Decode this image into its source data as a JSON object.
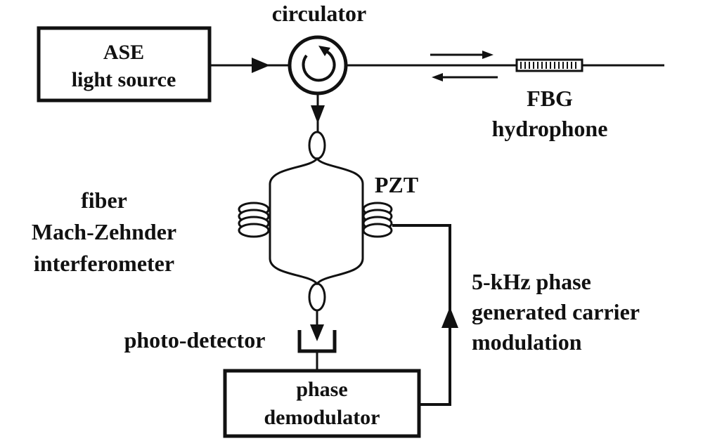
{
  "labels": {
    "circulator": "circulator",
    "ase_line1": "ASE",
    "ase_line2": "light source",
    "fbg_line1": "FBG",
    "fbg_line2": "hydrophone",
    "pzt": "PZT",
    "mzi_line1": "fiber",
    "mzi_line2": "Mach-Zehnder",
    "mzi_line3": "interferometer",
    "photodetector": "photo-detector",
    "demod_line1": "phase",
    "demod_line2": "demodulator",
    "pgc_line1": "5-kHz phase",
    "pgc_line2": "generated carrier",
    "pgc_line3": "modulation"
  },
  "colors": {
    "ink": "#111111",
    "paper": "#ffffff"
  }
}
